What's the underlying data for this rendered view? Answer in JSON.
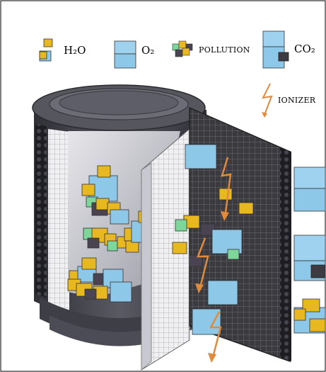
{
  "legend": {
    "h2o": {
      "label": "H₂O",
      "icon": "h2o-icon"
    },
    "o2": {
      "label": "O₂",
      "icon": "o2-icon"
    },
    "pollution": {
      "label": "POLLUTION",
      "icon": "pollution-icon"
    },
    "co2": {
      "label": "CO₂",
      "icon": "co2-icon"
    }
  },
  "ionizer": {
    "label": "IONIZER",
    "icon": "lightning-bolt-icon"
  },
  "colors": {
    "water": "#e8b820",
    "oxygen": "#8ec8e8",
    "pollution_green": "#7dd69a",
    "pollution_dark": "#4a4452",
    "cylinder": "#4b4b55",
    "mesh": "#2c2c30",
    "bolt": "#e08a3c"
  }
}
